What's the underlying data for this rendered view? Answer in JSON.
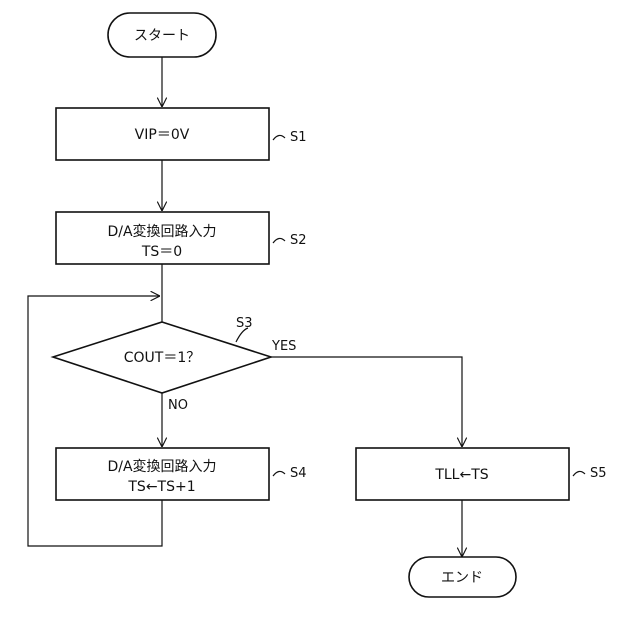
{
  "start": "スタート",
  "steps": {
    "s1": {
      "label": "S1",
      "line1": "VIP＝0V"
    },
    "s2": {
      "label": "S2",
      "line1": "D/A変換回路入力",
      "line2": "TS＝0"
    },
    "s3": {
      "label": "S3",
      "line1": "COUT＝1？",
      "yes": "YES",
      "no": "NO"
    },
    "s4": {
      "label": "S4",
      "line1": "D/A変換回路入力",
      "line2": "TS←TS+1"
    },
    "s5": {
      "label": "S5",
      "line1": "TLL←TS"
    }
  },
  "end": "エンド"
}
